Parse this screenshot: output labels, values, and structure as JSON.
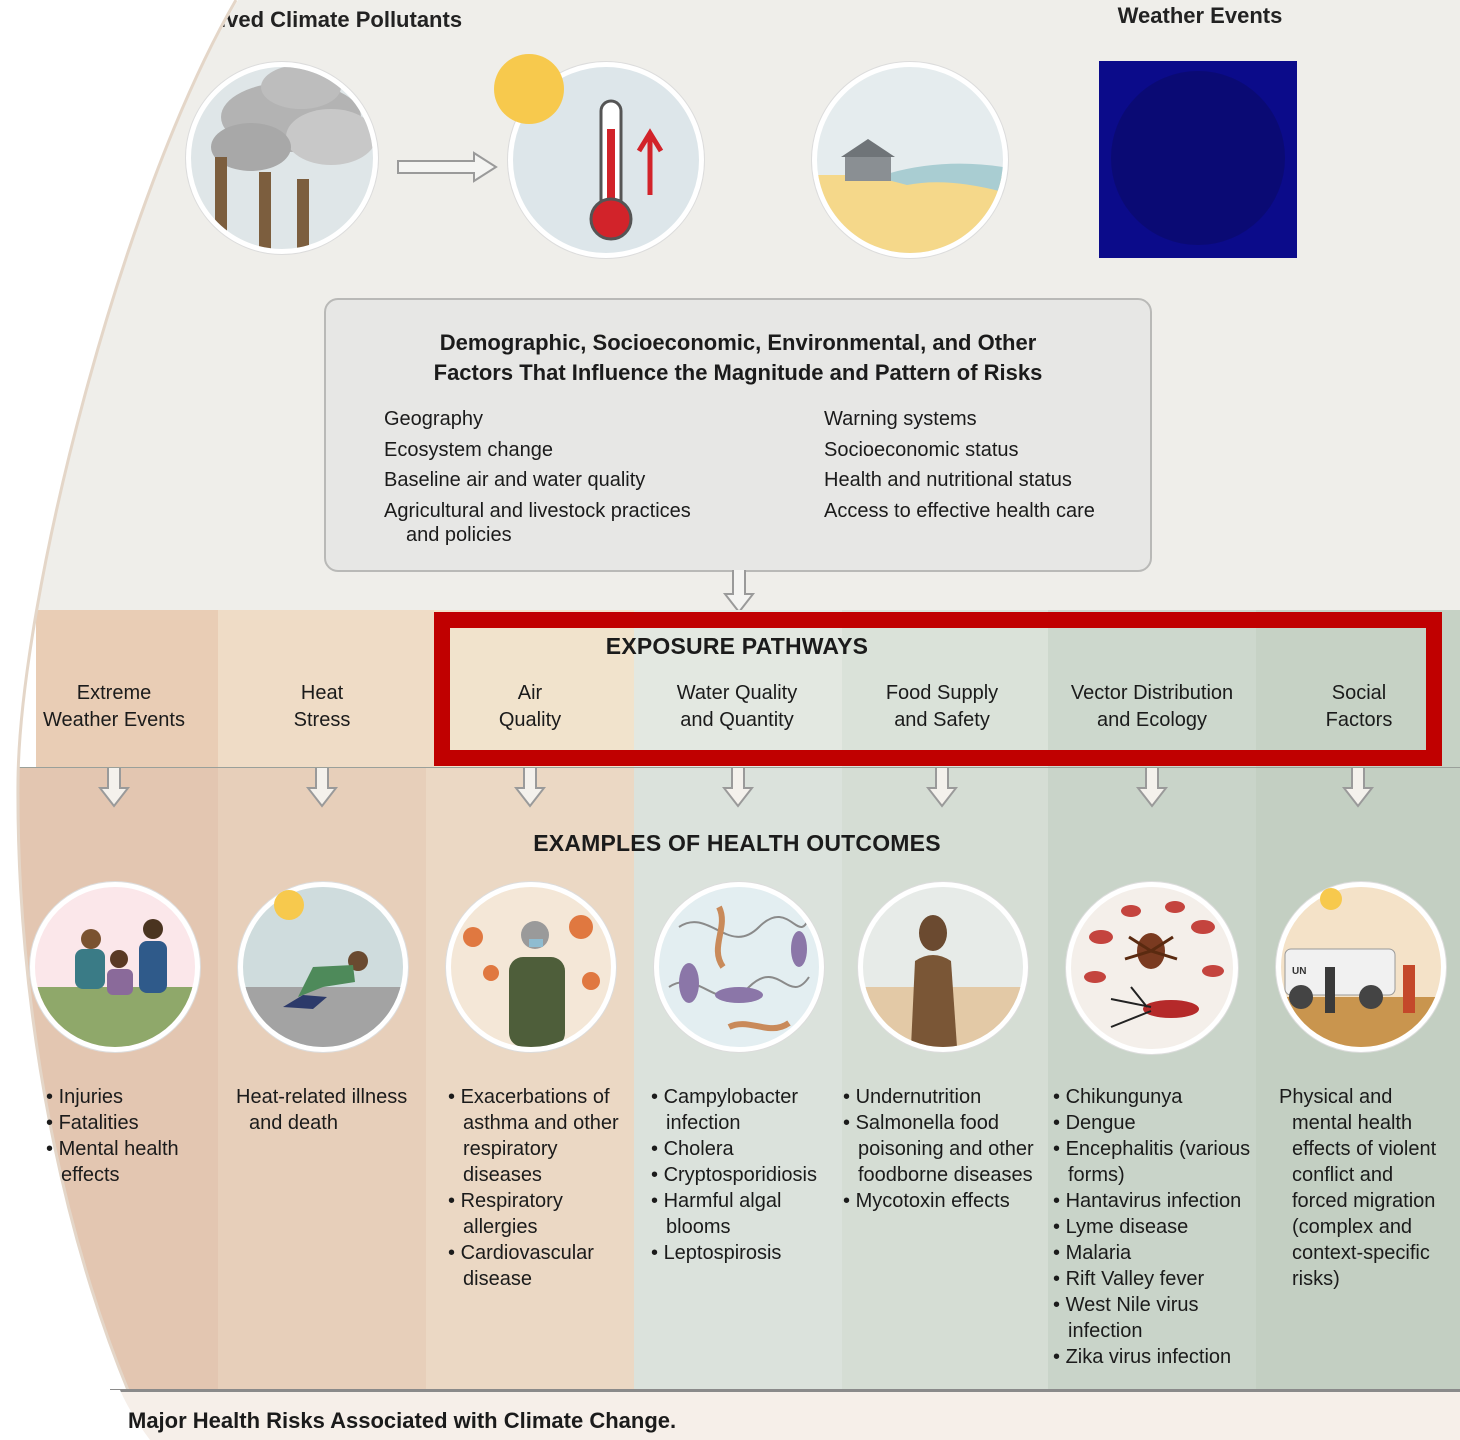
{
  "top": {
    "title_left": "ived Climate Pollutants",
    "title_right": "Weather Events"
  },
  "factors": {
    "title_line1": "Demographic, Socioeconomic, Environmental, and Other",
    "title_line2": "Factors That Influence the Magnitude and Pattern of Risks",
    "left": [
      "Geography",
      "Ecosystem change",
      "Baseline air and water quality",
      "Agricultural and livestock practices"
    ],
    "left_cont": "and policies",
    "right": [
      "Warning systems",
      "Socioeconomic status",
      "Health and nutritional status",
      "Access to effective health care"
    ]
  },
  "exposure_title": "EXPOSURE PATHWAYS",
  "outcomes_title": "EXAMPLES OF HEALTH OUTCOMES",
  "pathways": [
    {
      "l1": "Extreme",
      "l2": "Weather Events"
    },
    {
      "l1": "Heat",
      "l2": "Stress"
    },
    {
      "l1": "Air",
      "l2": "Quality"
    },
    {
      "l1": "Water Quality",
      "l2": "and Quantity"
    },
    {
      "l1": "Food Supply",
      "l2": "and Safety"
    },
    {
      "l1": "Vector Distribution",
      "l2": "and Ecology"
    },
    {
      "l1": "Social",
      "l2": "Factors"
    }
  ],
  "outcomes": {
    "extreme": [
      "Injuries",
      "Fatalities",
      "Mental health effects"
    ],
    "heat": "Heat-related illness and death",
    "air": [
      "Exacerbations of asthma and other respiratory diseases",
      "Respiratory allergies",
      "Cardiovascular disease"
    ],
    "water": [
      "Campylobacter infection",
      "Cholera",
      "Cryptosporidiosis",
      "Harmful algal blooms",
      "Leptospirosis"
    ],
    "food": [
      "Undernutrition",
      "Salmonella food poisoning and other foodborne diseases",
      "Mycotoxin effects"
    ],
    "vector": [
      "Chikungunya",
      "Dengue",
      "Encephalitis (various forms)",
      "Hantavirus infection",
      "Lyme disease",
      "Malaria",
      "Rift Valley fever",
      "West Nile virus infection",
      "Zika virus infection"
    ],
    "social": "Physical and mental health effects of violent conflict and forced migration (complex and context-specific risks)"
  },
  "un_label": "UN",
  "footer": "Major Health Risks Associated with Climate Change.",
  "colors": {
    "highlight": "#c00000",
    "placeholder_square": "#0b0b8a",
    "band_warm": "#ecd6c2",
    "band_cool": "#c9d3c8"
  }
}
